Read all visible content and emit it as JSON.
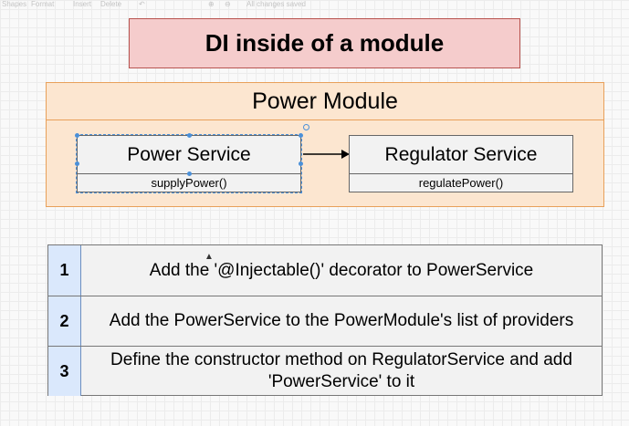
{
  "toolbar": {
    "items": [
      "Shapes",
      "Format",
      "Insert",
      "Delete",
      "All changes saved"
    ]
  },
  "title": "DI inside of a module",
  "module": {
    "title": "Power Module",
    "classes": [
      {
        "name": "Power Service",
        "method": "supplyPower()"
      },
      {
        "name": "Regulator Service",
        "method": "regulatePower()"
      }
    ]
  },
  "steps": [
    {
      "number": "1",
      "text": "Add the '@Injectable()' decorator to PowerService"
    },
    {
      "number": "2",
      "text": "Add the PowerService to the PowerModule's list of providers"
    },
    {
      "number": "3",
      "text": "Define the constructor method on RegulatorService and add 'PowerService' to it"
    }
  ],
  "colors": {
    "title_fill": "#f5cccc",
    "module_fill": "#fce6d0",
    "number_fill": "#dae8fc",
    "selection": "#4a90d9"
  },
  "icons": [
    "undo-icon",
    "zoom-in-icon",
    "zoom-out-icon",
    "arrow-icon"
  ]
}
